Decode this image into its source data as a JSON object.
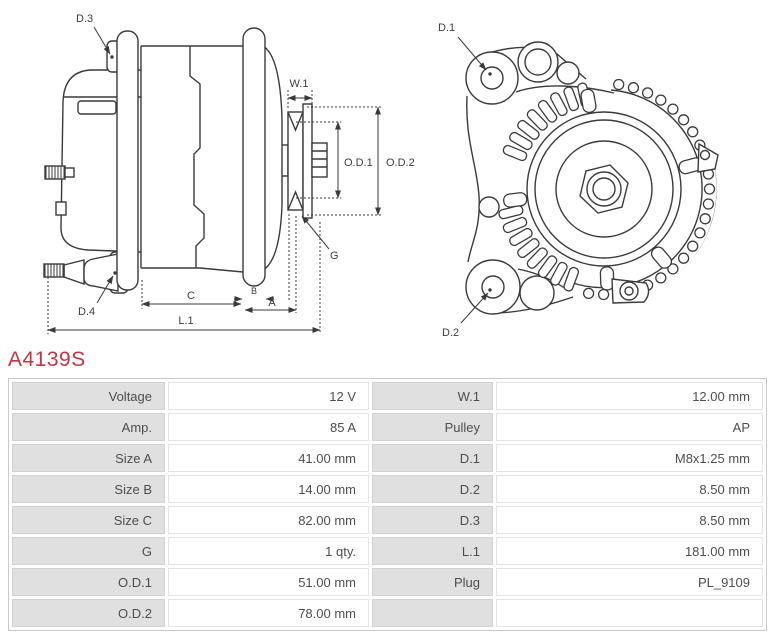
{
  "part_number": "A4139S",
  "accent_color": "#c63440",
  "diagram": {
    "labels": {
      "d3": "D.3",
      "d4": "D.4",
      "w1": "W.1",
      "od1": "O.D.1",
      "od2": "O.D.2",
      "g": "G",
      "c": "C",
      "b": "B",
      "a": "A",
      "l1": "L.1",
      "d1": "D.1",
      "d2": "D.2"
    }
  },
  "spec_table": {
    "rows": [
      {
        "label_left": "Voltage",
        "value_left": "12 V",
        "label_right": "W.1",
        "value_right": "12.00 mm"
      },
      {
        "label_left": "Amp.",
        "value_left": "85 A",
        "label_right": "Pulley",
        "value_right": "AP"
      },
      {
        "label_left": "Size A",
        "value_left": "41.00 mm",
        "label_right": "D.1",
        "value_right": "M8x1.25 mm"
      },
      {
        "label_left": "Size B",
        "value_left": "14.00 mm",
        "label_right": "D.2",
        "value_right": "8.50 mm"
      },
      {
        "label_left": "Size C",
        "value_left": "82.00 mm",
        "label_right": "D.3",
        "value_right": "8.50 mm"
      },
      {
        "label_left": "G",
        "value_left": "1 qty.",
        "label_right": "L.1",
        "value_right": "181.00 mm"
      },
      {
        "label_left": "O.D.1",
        "value_left": "51.00 mm",
        "label_right": "Plug",
        "value_right": "PL_9109"
      },
      {
        "label_left": "O.D.2",
        "value_left": "78.00 mm",
        "label_right": "",
        "value_right": ""
      }
    ]
  }
}
